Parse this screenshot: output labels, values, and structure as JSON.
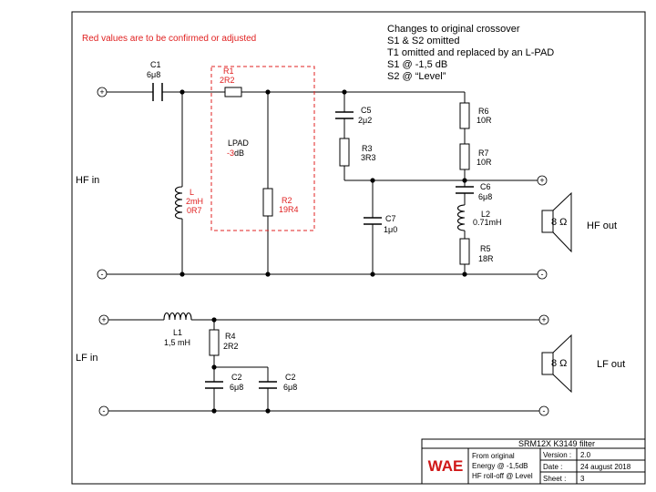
{
  "note": "Red values are to be confirmed or adjusted",
  "changes": [
    "Changes to original crossover",
    "S1 & S2 omitted",
    "T1 omitted and replaced by an L-PAD",
    "S1 @ -1,5 dB",
    "S2 @ “Level”"
  ],
  "terminals": {
    "plus": "+",
    "minus": "-"
  },
  "lpad": {
    "label": "LPAD",
    "value_prefix": "-3",
    "value_suffix": "dB"
  },
  "hf_section": {
    "input_label": "HF in",
    "output_label": "HF out",
    "speaker_label": "8 Ω",
    "components": {
      "C1": {
        "name": "C1",
        "value": "6μ8"
      },
      "R1": {
        "name": "R1",
        "value": "2R2"
      },
      "L": {
        "name": "L",
        "value": "2mH",
        "value2": "0R7"
      },
      "R2": {
        "name": "R2",
        "value": "19R4"
      },
      "C5": {
        "name": "C5",
        "value": "2μ2"
      },
      "R3": {
        "name": "R3",
        "value": "3R3"
      },
      "C7": {
        "name": "C7",
        "value": "1μ0"
      },
      "R6": {
        "name": "R6",
        "value": "10R"
      },
      "R7": {
        "name": "R7",
        "value": "10R"
      },
      "C6": {
        "name": "C6",
        "value": "6μ8"
      },
      "L2": {
        "name": "L2",
        "value": "0.71mH"
      },
      "R5": {
        "name": "R5",
        "value": "18R"
      }
    }
  },
  "lf_section": {
    "input_label": "LF in",
    "output_label": "LF out",
    "speaker_label": "8 Ω",
    "components": {
      "L1": {
        "name": "L1",
        "value": "1,5 mH"
      },
      "R4": {
        "name": "R4",
        "value": "2R2"
      },
      "C2a": {
        "name": "C2",
        "value": "6μ8"
      },
      "C2b": {
        "name": "C2",
        "value": "6μ8"
      }
    }
  },
  "title_block": {
    "logo_text": "WAE",
    "title": "SRM12X K3149 filter",
    "description": [
      "From original",
      "Energy @ -1,5dB",
      "HF roll-off @ Level"
    ],
    "version_label": "Version :",
    "version": "2.0",
    "date_label": "Date :",
    "date": "24 august 2018",
    "sheet_label": "Sheet :",
    "sheet": "3"
  },
  "colors": {
    "red": "#e02020",
    "logo": "#d01818"
  }
}
